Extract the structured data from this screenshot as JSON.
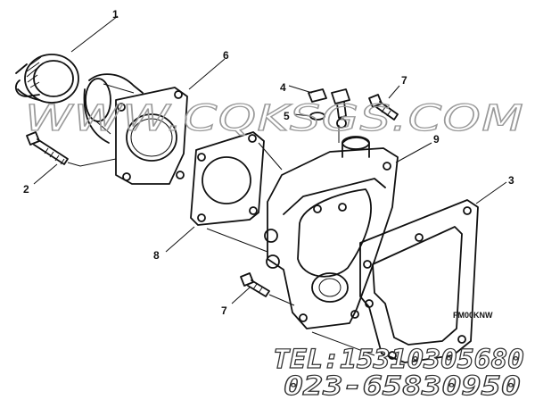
{
  "callouts": [
    {
      "id": "c1",
      "label": "1"
    },
    {
      "id": "c2",
      "label": "2"
    },
    {
      "id": "c3",
      "label": "3"
    },
    {
      "id": "c4",
      "label": "4"
    },
    {
      "id": "c5",
      "label": "5"
    },
    {
      "id": "c6",
      "label": "6"
    },
    {
      "id": "c7a",
      "label": "7"
    },
    {
      "id": "c7b",
      "label": "7"
    },
    {
      "id": "c8",
      "label": "8"
    },
    {
      "id": "c9",
      "label": "9"
    }
  ],
  "watermark": "WWW.CQKSGS.COM",
  "contact": {
    "tel": "TEL:15310305680",
    "phone": "023-65830950"
  },
  "figure_code": "FM00KNW"
}
